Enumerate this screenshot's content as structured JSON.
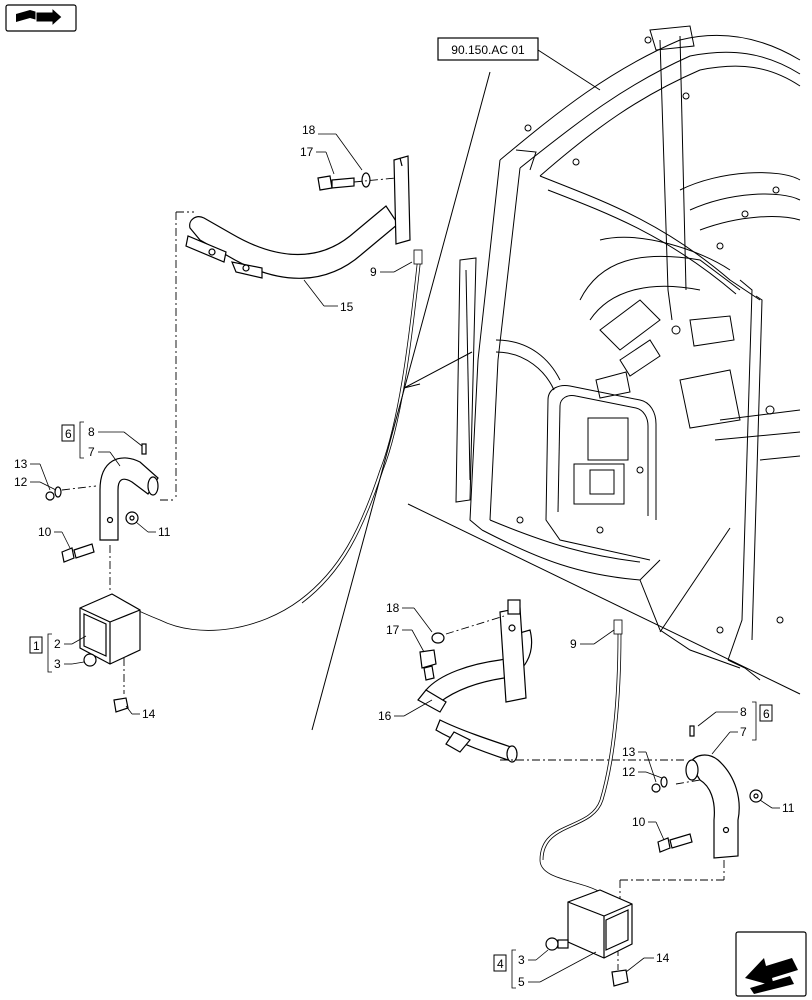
{
  "reference": "90.150.AC 01",
  "left_group": {
    "callouts": {
      "p18": "18",
      "p17": "17",
      "p9": "9",
      "p15": "15",
      "p8": "8",
      "p7": "7",
      "p6": "6",
      "p13": "13",
      "p12": "12",
      "p10": "10",
      "p11": "11",
      "p1": "1",
      "p2": "2",
      "p3": "3",
      "p14": "14"
    }
  },
  "right_group": {
    "callouts": {
      "p18": "18",
      "p17": "17",
      "p9": "9",
      "p16": "16",
      "p8": "8",
      "p6": "6",
      "p7": "7",
      "p13": "13",
      "p12": "12",
      "p11": "11",
      "p10": "10",
      "p4": "4",
      "p3": "3",
      "p5": "5",
      "p14": "14"
    }
  },
  "icons": {
    "top_left": "book-pointer-icon",
    "bottom_right": "next-page-arrow-icon"
  }
}
